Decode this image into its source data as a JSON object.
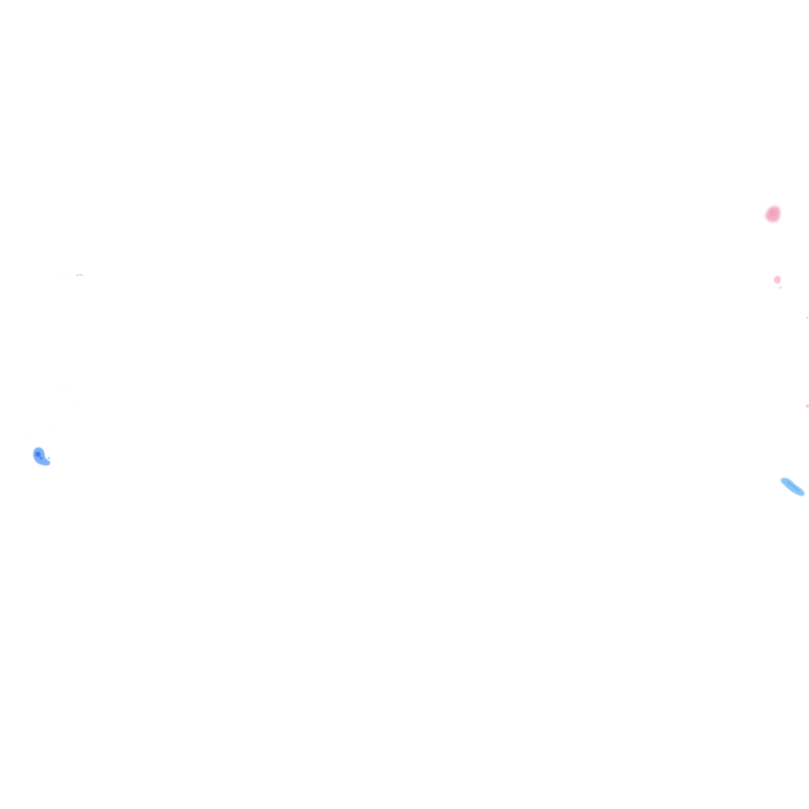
{
  "canvas": {
    "background_color": "#ffffff"
  },
  "blots": [
    {
      "name": "pink-blot-upper-right",
      "color": "#f4a3c0"
    },
    {
      "name": "pink-blot-right-small",
      "color": "#f7b9cf"
    },
    {
      "name": "blue-blot-left",
      "color": "#3d7ff0"
    },
    {
      "name": "blue-blot-right",
      "color": "#7ec0f2"
    },
    {
      "name": "blue-speck-left-top",
      "color": "#9cc9f5"
    }
  ]
}
